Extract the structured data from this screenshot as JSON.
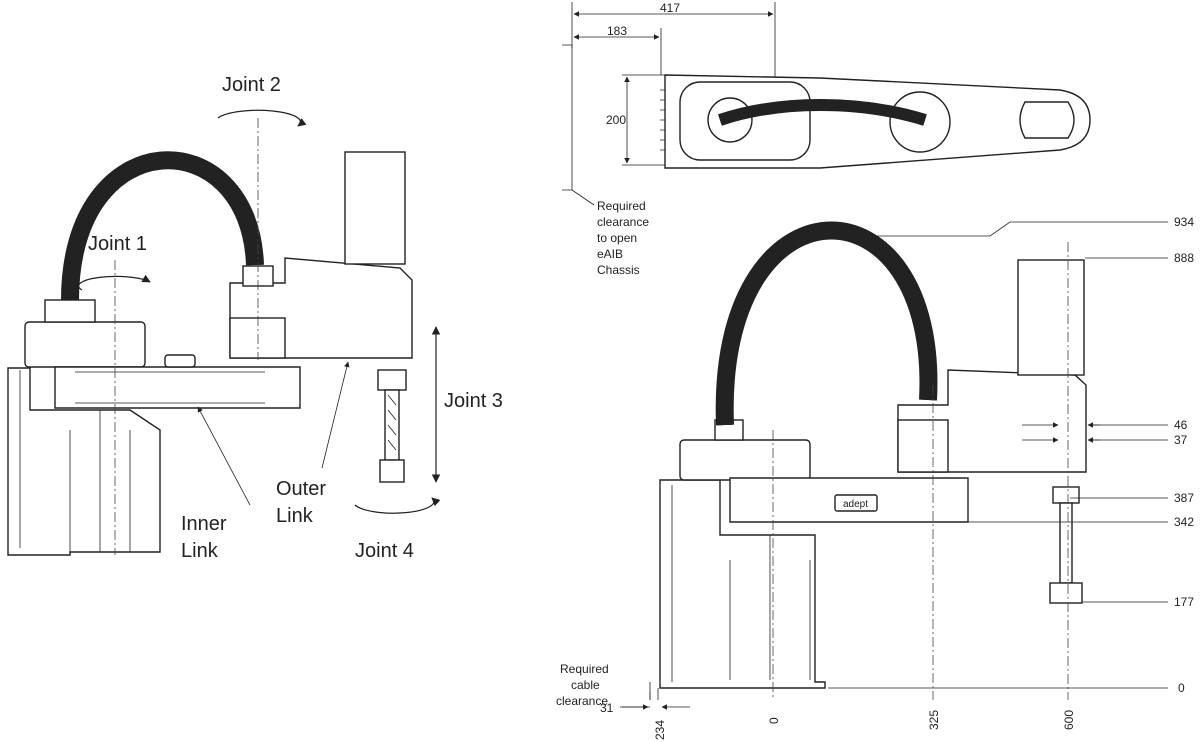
{
  "left_view": {
    "joint1": "Joint 1",
    "joint2": "Joint 2",
    "joint3": "Joint 3",
    "joint4": "Joint 4",
    "inner_link": [
      "Inner",
      "Link"
    ],
    "outer_link": [
      "Outer",
      "Link"
    ]
  },
  "top_view": {
    "dim_417": "417",
    "dim_183": "183",
    "dim_200": "200",
    "clearance_note": [
      "Required",
      "clearance",
      "to open",
      "eAIB",
      "Chassis"
    ]
  },
  "side_view": {
    "right_dims": [
      "934",
      "888",
      "46",
      "37",
      "387",
      "342",
      "177",
      "0"
    ],
    "bottom_dims": [
      "234",
      "0",
      "325",
      "600"
    ],
    "dim_31": "31",
    "cable_note": [
      "Required",
      "cable",
      "clearance"
    ],
    "brand": "adept"
  }
}
